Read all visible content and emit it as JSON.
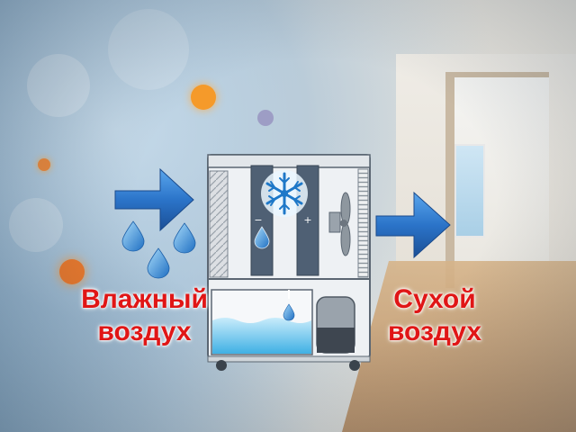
{
  "labels": {
    "wet_air_line1": "Влажный",
    "wet_air_line2": "воздух",
    "dry_air_line1": "Сухой",
    "dry_air_line2": "воздух"
  },
  "unit_signs": {
    "minus": "−",
    "plus": "+"
  },
  "icons": {
    "inlet_arrow": "right-arrow-icon",
    "outlet_arrow": "right-arrow-icon",
    "water_drop": "water-drop-icon",
    "snowflake": "snowflake-icon",
    "fan": "fan-icon"
  },
  "colors": {
    "arrow_blue": "#2b74c9",
    "label_red": "#e01616",
    "device_gray": "#e6eaee",
    "coil_slate": "#4f6074",
    "water_blue": "#6fc6ec"
  }
}
